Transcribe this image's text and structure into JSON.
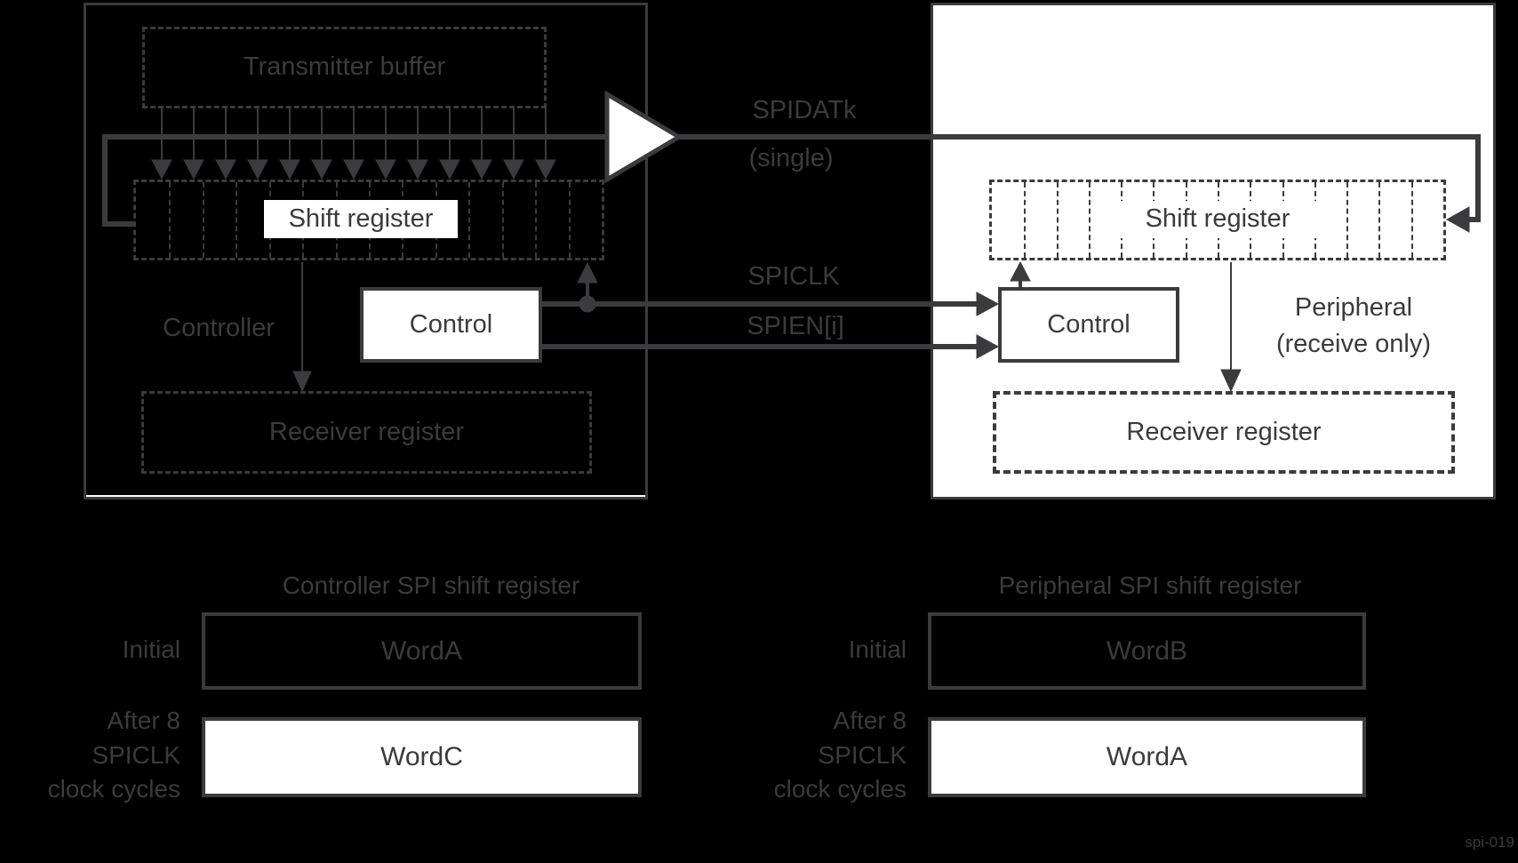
{
  "colors": {
    "background": "#000000",
    "line": "#3b3b3d",
    "text": "#3b3b3d",
    "white": "#ffffff"
  },
  "diagram": {
    "controller": {
      "label": "Controller",
      "transmitter_buffer": "Transmitter buffer",
      "shift_register": "Shift register",
      "control": "Control",
      "receiver_register": "Receiver register"
    },
    "peripheral": {
      "label_line1": "Peripheral",
      "label_line2": "(receive only)",
      "shift_register": "Shift register",
      "control": "Control",
      "receiver_register": "Receiver register"
    },
    "signals": {
      "data": "SPIDATk",
      "data_mode": "(single)",
      "clock": "SPICLK",
      "enable": "SPIEN[i]"
    },
    "shift_cells": 14,
    "comb_lines": 13
  },
  "tables": {
    "controller": {
      "title": "Controller SPI shift register",
      "rows": [
        {
          "label_lines": [
            "Initial"
          ],
          "value": "WordA",
          "fill": "dark"
        },
        {
          "label_lines": [
            "After 8",
            "SPICLK",
            "clock cycles"
          ],
          "value": "WordC",
          "fill": "white"
        }
      ]
    },
    "peripheral": {
      "title": "Peripheral SPI shift register",
      "rows": [
        {
          "label_lines": [
            "Initial"
          ],
          "value": "WordB",
          "fill": "dark"
        },
        {
          "label_lines": [
            "After 8",
            "SPICLK",
            "clock cycles"
          ],
          "value": "WordA",
          "fill": "white"
        }
      ]
    }
  },
  "footer": {
    "figure_id": "spi-019"
  }
}
